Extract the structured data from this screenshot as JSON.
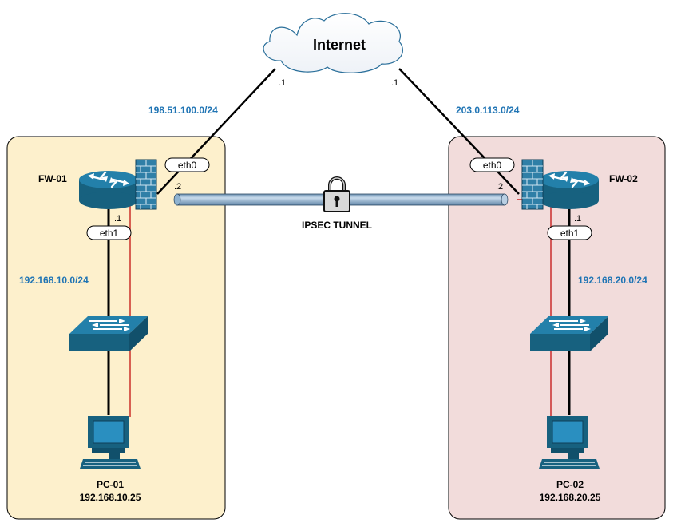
{
  "internet": {
    "label": "Internet"
  },
  "networks": {
    "wan_left": "198.51.100.0/24",
    "wan_right": "203.0.113.0/24",
    "lan_left": "192.168.10.0/24",
    "lan_right": "192.168.20.0/24"
  },
  "hosts": {
    "internet_left": ".1",
    "internet_right": ".1",
    "fw01_eth0": ".2",
    "fw02_eth0": ".2",
    "fw01_eth1": ".1",
    "fw02_eth1": ".1"
  },
  "interfaces": {
    "fw01_eth0": "eth0",
    "fw01_eth1": "eth1",
    "fw02_eth0": "eth0",
    "fw02_eth1": "eth1"
  },
  "devices": {
    "fw01": "FW-01",
    "fw02": "FW-02",
    "pc01_name": "PC-01",
    "pc01_ip": "192.168.10.25",
    "pc02_name": "PC-02",
    "pc02_ip": "192.168.20.25"
  },
  "tunnel": {
    "label": "IPSEC TUNNEL"
  },
  "colors": {
    "left_site_fill": "#fdf0cc",
    "right_site_fill": "#f2dcdb",
    "device_blue": "#1d6f95",
    "net_label": "#1f74b4",
    "tunnel_red": "#c00000",
    "tunnel_pipe": "#8fb3d1"
  }
}
